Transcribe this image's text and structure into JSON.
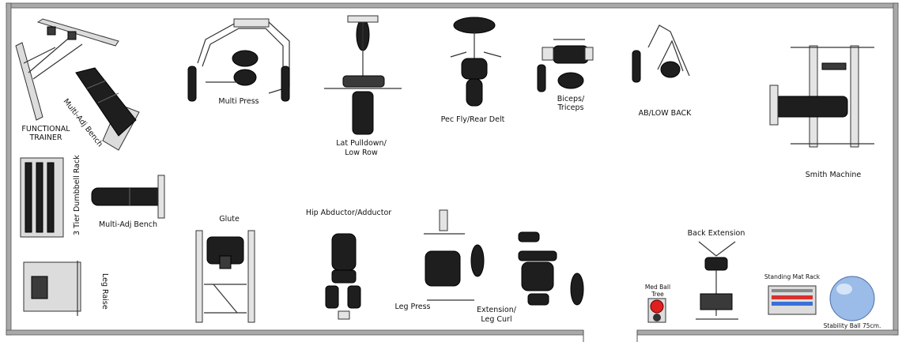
{
  "labels": {
    "functional_trainer": [
      "FUNCTIONAL",
      "TRAINER"
    ],
    "multi_adj_bench_top": "Multi-Adj Bench",
    "multi_press": "Multi Press",
    "lat_pulldown": [
      "Lat Pulldown/",
      "Low Row"
    ],
    "pec_fly": "Pec Fly/Rear Delt",
    "biceps_triceps": [
      "Biceps/",
      "Triceps"
    ],
    "ab_low_back": "AB/LOW BACK",
    "smith_machine": "Smith Machine",
    "dumbbell_rack": "3 Tier Dumbbell Rack",
    "multi_adj_bench_mid": "Multi-Adj Bench",
    "glute": "Glute",
    "hip_abductor": "Hip Abductor/Adductor",
    "leg_press": "Leg Press",
    "extension_leg_curl": [
      "Extension/",
      "Leg Curl"
    ],
    "leg_raise": "Leg Raise",
    "back_extension": "Back Extension",
    "med_ball_tree": [
      "Med Ball",
      "Tree"
    ],
    "standing_mat_rack": "Standing Mat Rack",
    "stability_ball": "Stability Ball 75cm."
  },
  "colors": {
    "wall": "#a9a9a9",
    "pad": "#1e1e1e",
    "frame": "#dcdcdc",
    "ball": "#9bbbe8",
    "med_ball": "#e02020",
    "mat_stripe": "#d83030",
    "mat_stripe_2": "#3a6fd8"
  }
}
